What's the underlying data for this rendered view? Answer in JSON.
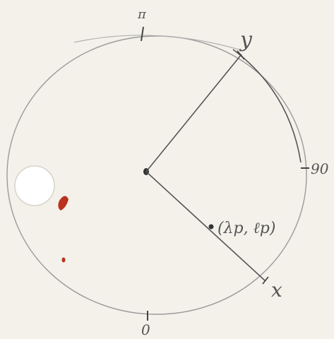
{
  "diagram": {
    "labels": {
      "top_tick": "π",
      "right_tick": "90",
      "bottom_tick": "0",
      "axis_y": "y",
      "axis_x": "x",
      "point": "(λp, ℓp)"
    },
    "colors": {
      "paper": "#f3f1ea",
      "pencil": "#8a8a8a",
      "pencil_dark": "#555555",
      "red_mark": "#b8321e",
      "hole": "#ffffff"
    }
  }
}
